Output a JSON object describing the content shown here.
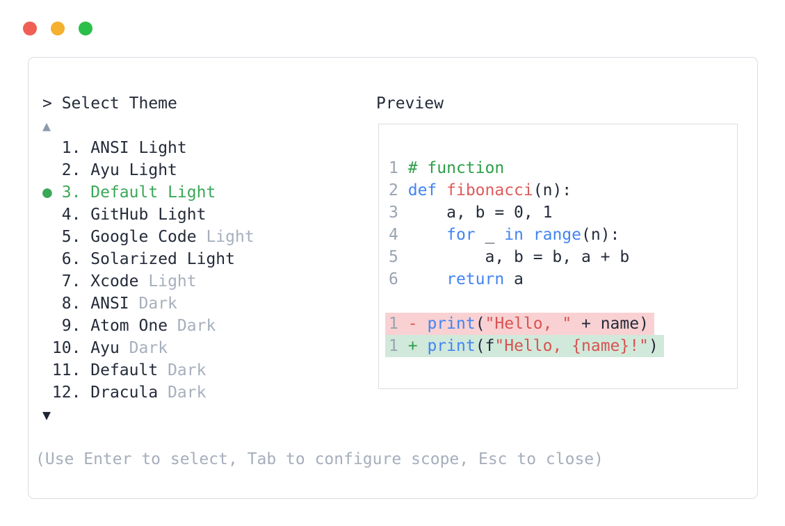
{
  "window_controls": {
    "close_color": "#f15e54",
    "minimize_color": "#f4b02f",
    "zoom_color": "#2abf48"
  },
  "selector": {
    "prompt": "> Select Theme",
    "scroll_up": "▲",
    "scroll_down": "▼",
    "selected_bullet": "●",
    "selected_index": 3,
    "items": [
      {
        "num": " 1",
        "name": "ANSI",
        "variant": "Light",
        "variant_muted": false,
        "selected": false
      },
      {
        "num": " 2",
        "name": "Ayu",
        "variant": "Light",
        "variant_muted": false,
        "selected": false
      },
      {
        "num": " 3",
        "name": "Default",
        "variant": "Light",
        "variant_muted": false,
        "selected": true
      },
      {
        "num": " 4",
        "name": "GitHub",
        "variant": "Light",
        "variant_muted": false,
        "selected": false
      },
      {
        "num": " 5",
        "name": "Google Code",
        "variant": "Light",
        "variant_muted": true,
        "selected": false
      },
      {
        "num": " 6",
        "name": "Solarized",
        "variant": "Light",
        "variant_muted": false,
        "selected": false
      },
      {
        "num": " 7",
        "name": "Xcode",
        "variant": "Light",
        "variant_muted": true,
        "selected": false
      },
      {
        "num": " 8",
        "name": "ANSI",
        "variant": "Dark",
        "variant_muted": true,
        "selected": false
      },
      {
        "num": " 9",
        "name": "Atom One",
        "variant": "Dark",
        "variant_muted": true,
        "selected": false
      },
      {
        "num": "10",
        "name": "Ayu",
        "variant": "Dark",
        "variant_muted": true,
        "selected": false
      },
      {
        "num": "11",
        "name": "Default",
        "variant": "Dark",
        "variant_muted": true,
        "selected": false
      },
      {
        "num": "12",
        "name": "Dracula",
        "variant": "Dark",
        "variant_muted": true,
        "selected": false
      }
    ],
    "help": "(Use Enter to select, Tab to configure scope, Esc to close)"
  },
  "preview": {
    "label": "Preview",
    "code_lines": [
      {
        "num": "1",
        "tokens": [
          [
            "# function",
            "comment"
          ]
        ]
      },
      {
        "num": "2",
        "tokens": [
          [
            "def",
            "keyword"
          ],
          [
            " ",
            "plain"
          ],
          [
            "fibonacci",
            "func"
          ],
          [
            "(n):",
            "plain"
          ]
        ]
      },
      {
        "num": "3",
        "tokens": [
          [
            "    a, b = 0, 1",
            "plain"
          ]
        ]
      },
      {
        "num": "4",
        "tokens": [
          [
            "    ",
            "plain"
          ],
          [
            "for",
            "keyword"
          ],
          [
            " _ ",
            "plain"
          ],
          [
            "in",
            "keyword"
          ],
          [
            " ",
            "plain"
          ],
          [
            "range",
            "keyword"
          ],
          [
            "(n):",
            "plain"
          ]
        ]
      },
      {
        "num": "5",
        "tokens": [
          [
            "        a, b = b, a + b",
            "plain"
          ]
        ]
      },
      {
        "num": "6",
        "tokens": [
          [
            "    ",
            "plain"
          ],
          [
            "return",
            "keyword"
          ],
          [
            " a",
            "plain"
          ]
        ]
      },
      {
        "num": "",
        "tokens": []
      },
      {
        "num": "1",
        "diff": "removed",
        "tokens": [
          [
            " ",
            "plain"
          ],
          [
            "-",
            "minus"
          ],
          [
            " ",
            "plain"
          ],
          [
            "print",
            "keyword"
          ],
          [
            "(",
            "plain"
          ],
          [
            "\"Hello, \"",
            "string"
          ],
          [
            " + name)",
            "plain"
          ]
        ]
      },
      {
        "num": "1",
        "diff": "added",
        "tokens": [
          [
            " ",
            "plain"
          ],
          [
            "+",
            "plus"
          ],
          [
            " ",
            "plain"
          ],
          [
            "print",
            "keyword"
          ],
          [
            "(f",
            "plain"
          ],
          [
            "\"Hello, {name}!\"",
            "string"
          ],
          [
            ")",
            "plain"
          ]
        ]
      }
    ]
  },
  "colors": {
    "text": "#242b39",
    "muted": "#a7afbd",
    "line_number": "#9aa3b3",
    "selection_green": "#3aa857",
    "comment_green": "#2e9e49",
    "keyword_blue": "#4184f4",
    "func_red": "#df5b5b",
    "string_red": "#d95252",
    "diff_removed_bg": "#f9d1d2",
    "diff_added_bg": "#d1e9da",
    "panel_border": "#d8dce3",
    "scroll_up_arrow": "#8e9aac",
    "scroll_down_arrow": "#1c2431"
  }
}
